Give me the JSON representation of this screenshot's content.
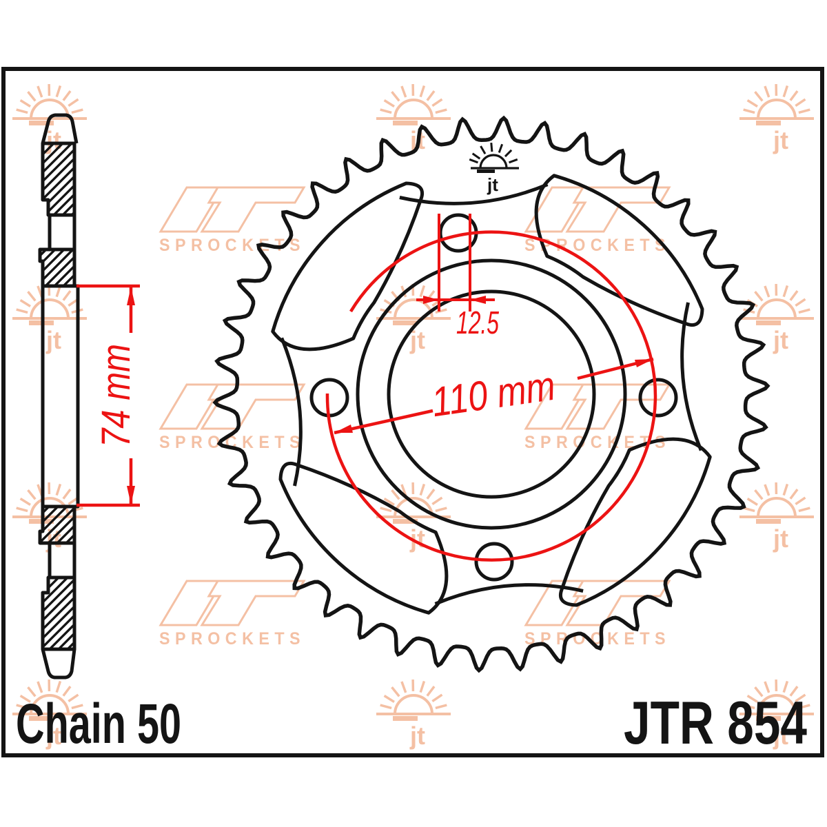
{
  "drawing": {
    "product_code": "JTR 854",
    "chain_size": "Chain 50",
    "dim_vertical": "74 mm",
    "dim_bolt_spacing": "12.5",
    "dim_bolt_circle": "110 mm"
  },
  "watermark": {
    "logo": "jt",
    "brand": "SPROCKETS"
  },
  "colors": {
    "ink": "#141414",
    "red": "#ec1313",
    "peach": "#f4c0a4",
    "bg": "#ffffff"
  }
}
